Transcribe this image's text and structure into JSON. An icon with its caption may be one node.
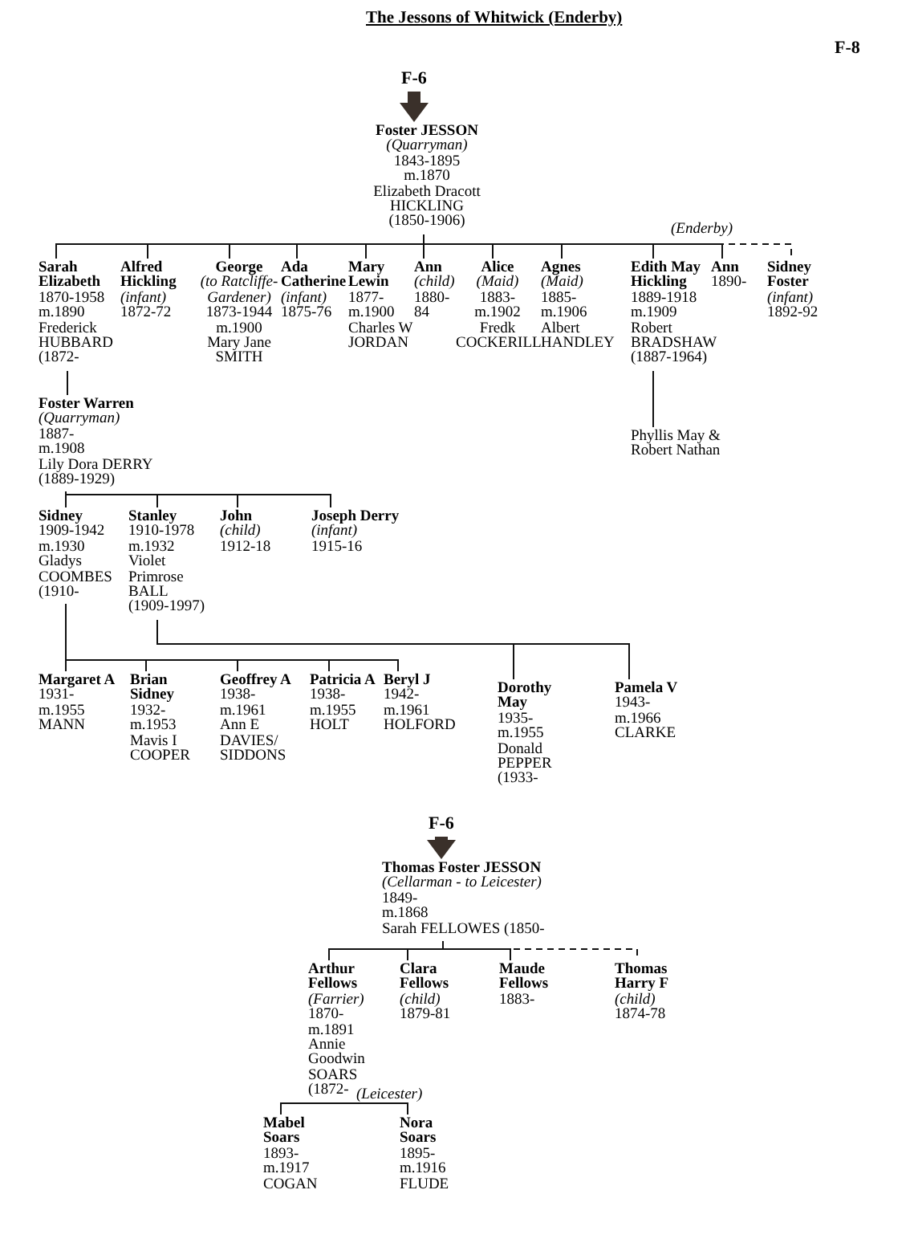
{
  "diagram": {
    "title": "The Jessons of Whitwick (Enderby)",
    "nodes": [
      {
        "text": [
          "F-6"
        ]
      },
      {
        "text": [
          "Foster JESSON",
          "*(Quarryman)*",
          "1843-1895",
          "m.1870",
          "Elizabeth Dracott HICKLING",
          "(1850-1906)"
        ]
      },
      {
        "text": [
          "Sarah Elizabeth",
          "1870-1958",
          "m.1890",
          "Frederick HUBBARD (1872-"
        ]
      },
      {
        "text": [
          "Alfred Hickling",
          "*(infant)*",
          "1872-72"
        ]
      },
      {
        "text": [
          "George",
          "*(to Ratcliffe- Gardener)*",
          "1873-1944",
          "m.1900",
          "Mary Jane SMITH"
        ]
      },
      {
        "text": [
          "Ada Catherine",
          "*(infant)*",
          "1875-76"
        ]
      },
      {
        "text": [
          "Mary Lewin",
          "1877-",
          "m.1900",
          "Charles W JORDAN"
        ]
      },
      {
        "text": [
          "Ann",
          "*(child)*",
          "1880-84"
        ]
      },
      {
        "text": [
          "Alice",
          "*(Maid)*",
          "1883-",
          "m.1902",
          "Fredk COCKERILL"
        ]
      },
      {
        "text": [
          "Agnes",
          "*(Maid)*",
          "1885-",
          "m.1906",
          "Albert HANDLEY"
        ]
      },
      {
        "text": [
          "Edith May Hickling",
          "1889-1918",
          "m.1909",
          "Robert BRADSHAW",
          "(1887-1964)"
        ]
      },
      {
        "text": [
          "Ann",
          "1890-"
        ]
      },
      {
        "text": [
          "Sidney Foster",
          "*(infant)*",
          "1892-92"
        ]
      },
      {
        "text": [
          "Foster Warren",
          "*(Quarryman)*",
          "1887-",
          "m.1908",
          "Lily Dora DERRY",
          "(1889-1929)"
        ]
      },
      {
        "text": [
          "Phyllis May & Robert Nathan"
        ]
      },
      {
        "text": [
          "Sidney",
          "1909-1942",
          "m.1930",
          "Gladys COOMBES (1910-"
        ]
      },
      {
        "text": [
          "Stanley",
          "1910-1978",
          "m.1932",
          "Violet Primrose BALL",
          "(1909-1997)"
        ]
      },
      {
        "text": [
          "John",
          "*(child)*",
          "1912-18"
        ]
      },
      {
        "text": [
          "Joseph Derry",
          "*(infant)*",
          "1915-16"
        ]
      },
      {
        "text": [
          "Margaret A",
          "1931-",
          "m.1955",
          "MANN"
        ]
      },
      {
        "text": [
          "Brian Sidney",
          "1932-",
          "m.1953",
          "Mavis I COOPER"
        ]
      },
      {
        "text": [
          "Geoffrey A",
          "1938-",
          "m.1961",
          "Ann E DAVIES/ SIDDONS"
        ]
      },
      {
        "text": [
          "Patricia A",
          "1938-",
          "m.1955",
          "HOLT"
        ]
      },
      {
        "text": [
          "Beryl J",
          "1942-",
          "m.1961",
          "HOLFORD"
        ]
      },
      {
        "text": [
          "Dorothy May",
          "1935-",
          "m.1955",
          "Donald PEPPER (1933-"
        ]
      },
      {
        "text": [
          "Pamela V",
          "1943-",
          "m.1966",
          "CLARKE"
        ]
      },
      {
        "text": [
          "F-6"
        ]
      },
      {
        "text": [
          "Thomas Foster JESSON",
          "*(Cellarman - to Leicester)*",
          "1849-",
          "m.1868",
          "Sarah FELLOWES (1850-"
        ]
      },
      {
        "text": [
          "Arthur Fellows",
          "*(Farrier)*",
          "1870-",
          "m.1891",
          "Annie Goodwin SOARS",
          "(1872-"
        ]
      },
      {
        "text": [
          "Clara Fellows",
          "*(child)*",
          "1879-81"
        ]
      },
      {
        "text": [
          "Maude Fellows",
          "1883-"
        ]
      },
      {
        "text": [
          "Thomas Harry F",
          "*(child)*",
          "1874-78"
        ]
      },
      {
        "text": [
          "Mabel Soars",
          "1893-",
          "m.1917",
          "COGAN"
        ]
      },
      {
        "text": [
          "Nora Soars",
          "1895-",
          "m.1916",
          "FLUDE"
        ]
      }
    ],
    "edges": [
      {
        "from": 0,
        "to": 1,
        "arrow": "to",
        "style": "thick"
      },
      {
        "from": 1,
        "to": 2,
        "arrow": "none"
      },
      {
        "from": 1,
        "to": 3,
        "arrow": "none"
      },
      {
        "from": 1,
        "to": 4,
        "arrow": "none"
      },
      {
        "from": 1,
        "to": 5,
        "arrow": "none"
      },
      {
        "from": 1,
        "to": 6,
        "arrow": "none"
      },
      {
        "from": 1,
        "to": 7,
        "arrow": "none"
      },
      {
        "from": 1,
        "to": 8,
        "arrow": "none"
      },
      {
        "from": 1,
        "to": 9,
        "arrow": "none"
      },
      {
        "from": 1,
        "to": 10,
        "arrow": "none"
      },
      {
        "from": 1,
        "to": 11,
        "arrow": "none"
      },
      {
        "from": 1,
        "to": 12,
        "arrow": "none",
        "style": "dashed"
      },
      {
        "from": 2,
        "to": 13,
        "arrow": "none"
      },
      {
        "from": 10,
        "to": 14,
        "arrow": "none"
      },
      {
        "from": 13,
        "to": 15,
        "arrow": "none"
      },
      {
        "from": 13,
        "to": 16,
        "arrow": "none"
      },
      {
        "from": 13,
        "to": 17,
        "arrow": "none"
      },
      {
        "from": 13,
        "to": 18,
        "arrow": "none"
      },
      {
        "from": 15,
        "to": 19,
        "arrow": "none"
      },
      {
        "from": 15,
        "to": 20,
        "arrow": "none"
      },
      {
        "from": 15,
        "to": 21,
        "arrow": "none"
      },
      {
        "from": 15,
        "to": 22,
        "arrow": "none"
      },
      {
        "from": 15,
        "to": 23,
        "arrow": "none"
      },
      {
        "from": 16,
        "to": 24,
        "arrow": "none"
      },
      {
        "from": 16,
        "to": 25,
        "arrow": "none"
      },
      {
        "from": 26,
        "to": 27,
        "arrow": "to",
        "style": "thick"
      },
      {
        "from": 27,
        "to": 28,
        "arrow": "none"
      },
      {
        "from": 27,
        "to": 29,
        "arrow": "none"
      },
      {
        "from": 27,
        "to": 30,
        "arrow": "none"
      },
      {
        "from": 27,
        "to": 31,
        "arrow": "none",
        "style": "dashed"
      },
      {
        "from": 28,
        "to": 32,
        "arrow": "none"
      },
      {
        "from": 28,
        "to": 33,
        "arrow": "none"
      }
    ],
    "labels": [
      "F-8",
      "(Enderby)",
      "(Leicester)"
    ]
  }
}
